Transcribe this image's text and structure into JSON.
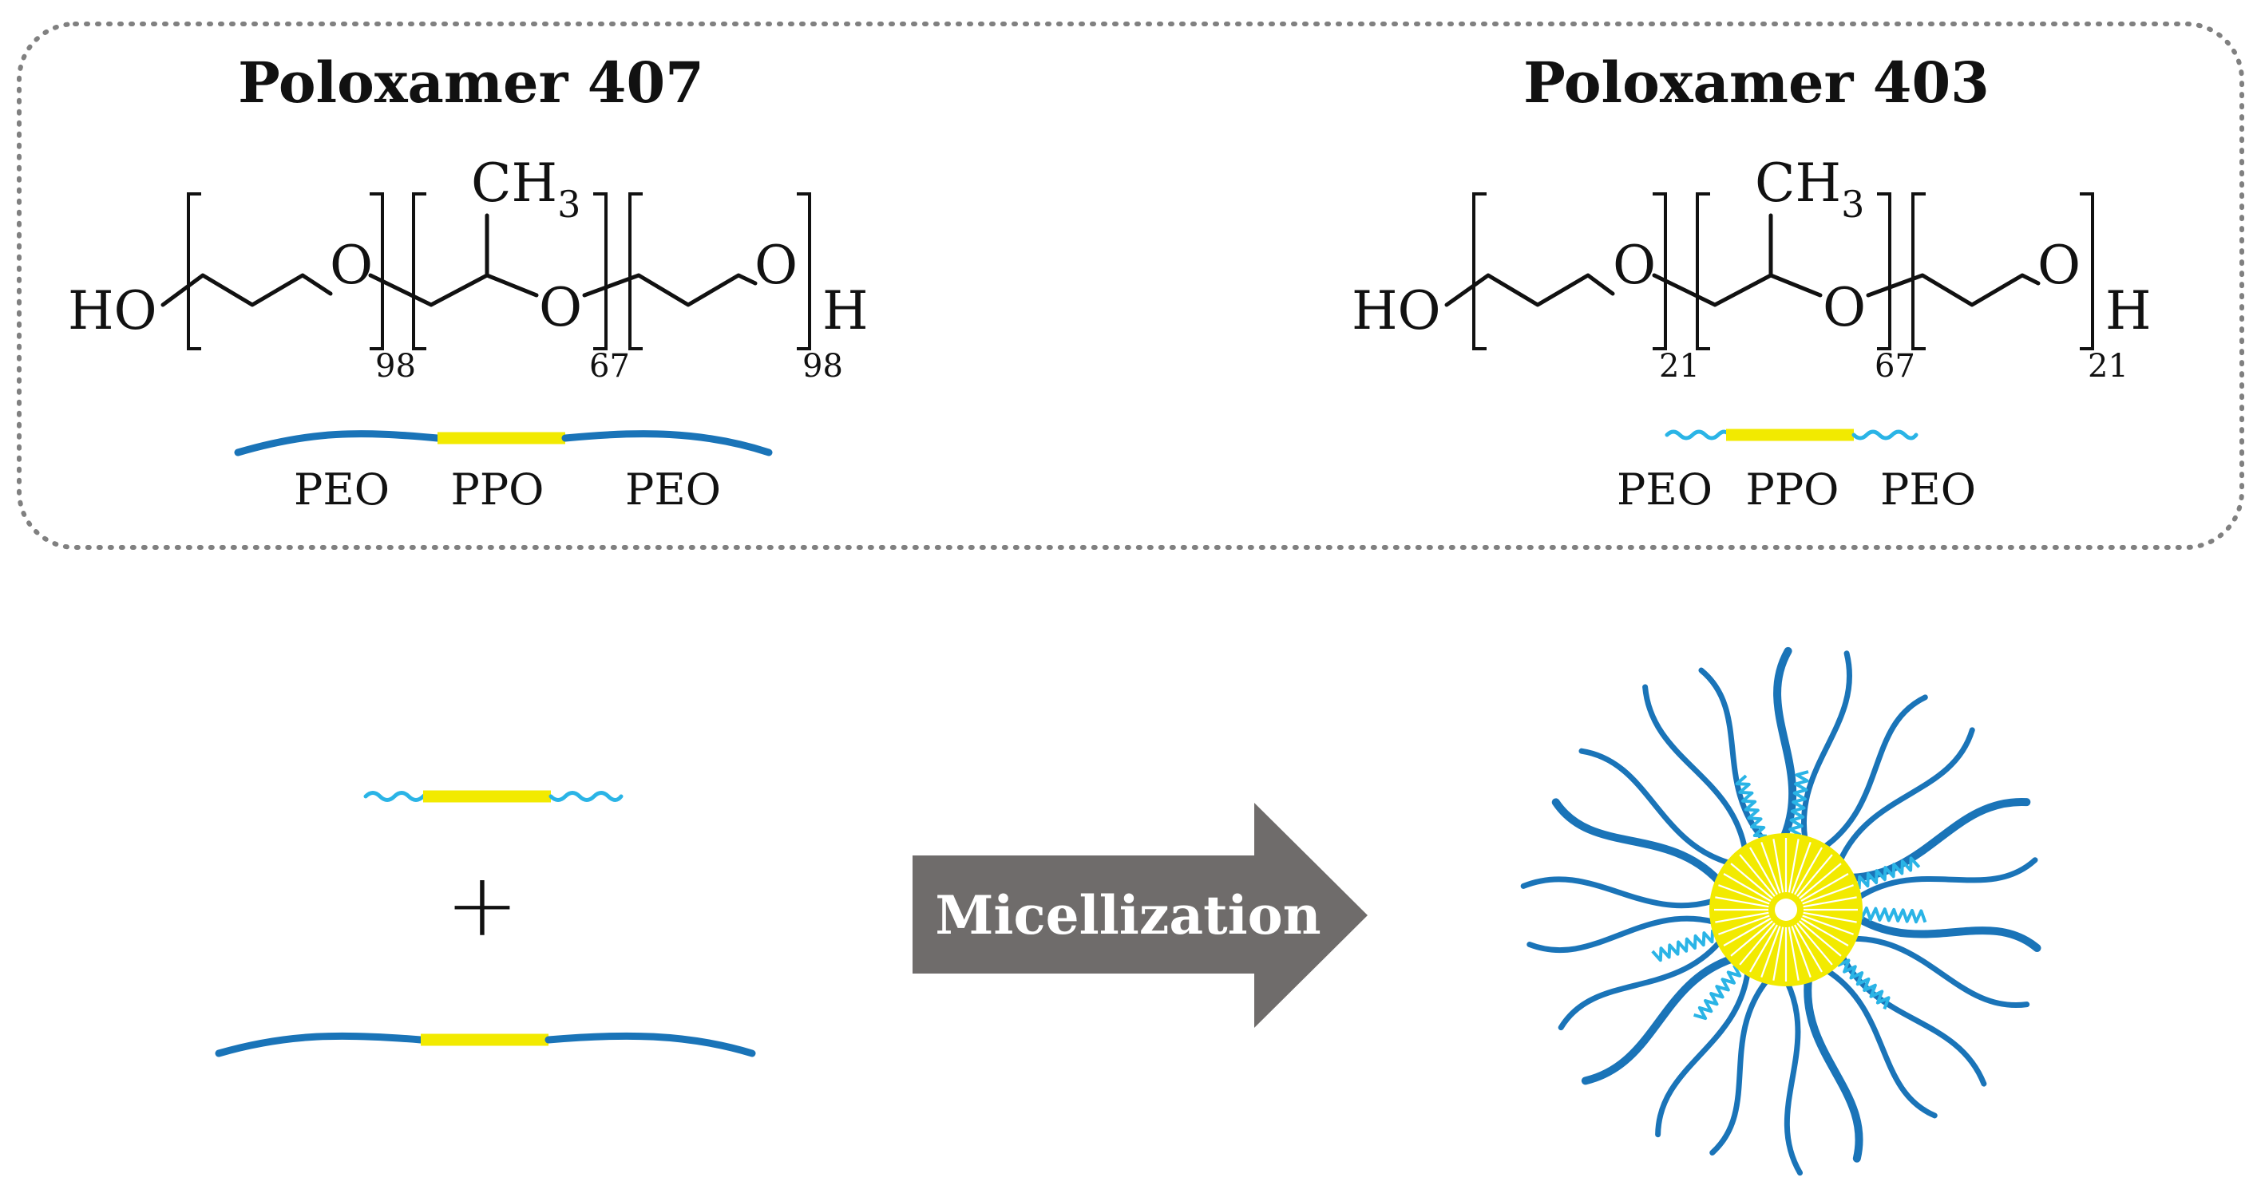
{
  "poloxamer_407": {
    "title": "Poloxamer 407",
    "formula": {
      "ho": "HO",
      "o1": "O",
      "ch3": "CH",
      "ch3_sub": "3",
      "o2": "O",
      "o3": "O",
      "h": "H",
      "n1": "98",
      "n2": "67",
      "n3": "98"
    },
    "labels": [
      "PEO",
      "PPO",
      "PEO"
    ]
  },
  "poloxamer_403": {
    "title": "Poloxamer 403",
    "formula": {
      "ho": "HO",
      "o1": "O",
      "ch3": "CH",
      "ch3_sub": "3",
      "o2": "O",
      "o3": "O",
      "h": "H",
      "n1": "21",
      "n2": "67",
      "n3": "21"
    },
    "labels": [
      "PEO",
      "PPO",
      "PEO"
    ]
  },
  "mixing": {
    "plus": "+"
  },
  "arrow": {
    "label": "Micellization"
  },
  "colors": {
    "peo_long": "#1a74b8",
    "peo_short": "#2ab4e6",
    "ppo": "#f2ea00",
    "arrow": "#6f6c6b",
    "frame": "#808080"
  }
}
